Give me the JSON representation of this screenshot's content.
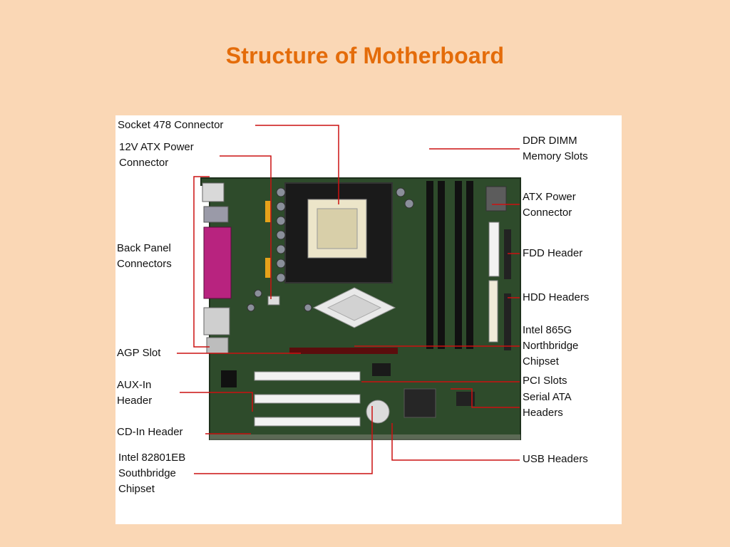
{
  "slide": {
    "title": "Structure of Motherboard"
  },
  "colors": {
    "background": "#fad7b5",
    "title": "#e46c0a",
    "board": "#2d4a2a",
    "leader_line": "#cc1111"
  },
  "diagram": {
    "left_labels": {
      "socket": "Socket 478 Connector",
      "atx12v": "12V ATX Power\nConnector",
      "back_panel": "Back Panel\nConnectors",
      "agp": "AGP Slot",
      "aux_in": "AUX-In\nHeader",
      "cd_in": "CD-In Header",
      "southbridge": "Intel 82801EB\nSouthbridge\nChipset"
    },
    "right_labels": {
      "ddr": "DDR DIMM\nMemory Slots",
      "atx_power": "ATX Power\nConnector",
      "fdd": "FDD Header",
      "hdd": "HDD Headers",
      "northbridge": "Intel 865G\nNorthbridge\nChipset",
      "pci": "PCI Slots",
      "sata": "Serial ATA\nHeaders",
      "usb": "USB Headers"
    }
  }
}
